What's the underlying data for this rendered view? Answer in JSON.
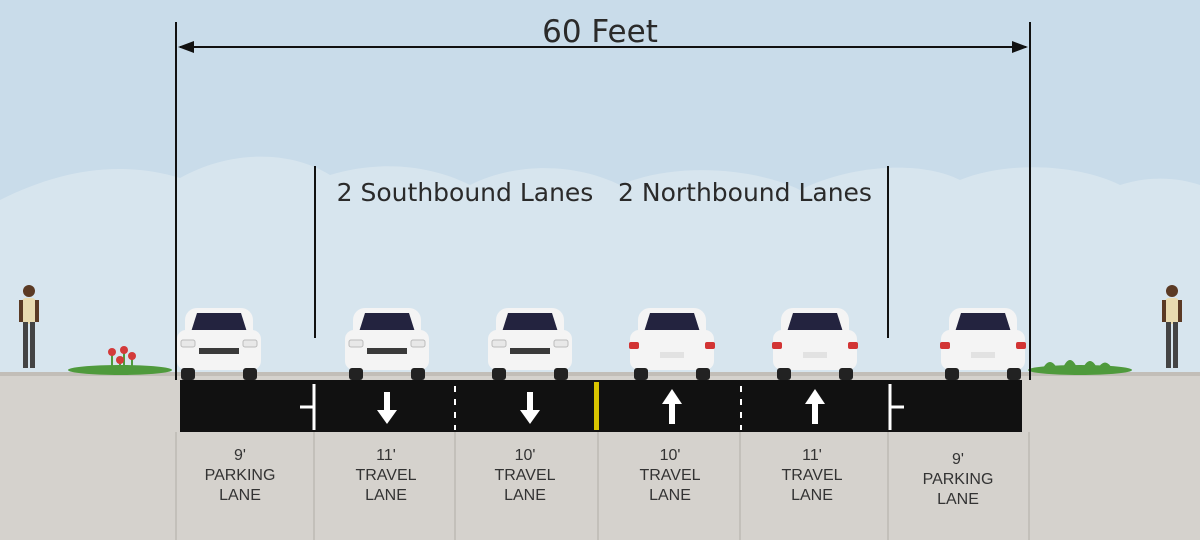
{
  "title": "60 Feet",
  "groups": {
    "southbound": "2 Southbound Lanes",
    "northbound": "2 Northbound Lanes"
  },
  "lanes": [
    {
      "width": "9'",
      "type1": "PARKING",
      "type2": "LANE",
      "direction": "none"
    },
    {
      "width": "11'",
      "type1": "TRAVEL",
      "type2": "LANE",
      "direction": "south"
    },
    {
      "width": "10'",
      "type1": "TRAVEL",
      "type2": "LANE",
      "direction": "south"
    },
    {
      "width": "10'",
      "type1": "TRAVEL",
      "type2": "LANE",
      "direction": "north"
    },
    {
      "width": "11'",
      "type1": "TRAVEL",
      "type2": "LANE",
      "direction": "north"
    },
    {
      "width": "9'",
      "type1": "PARKING",
      "type2": "LANE",
      "direction": "none"
    }
  ],
  "colors": {
    "sky": "#c9dcea",
    "cloud": "#d9e6ef",
    "sidewalk": "#d5d2cd",
    "asphalt": "#111111",
    "center_line": "#d9c400",
    "car_body": "#f4f4f4",
    "car_glass": "#23233f",
    "tail_light": "#d23434",
    "grass": "#4f9a3c",
    "flower": "#d33a3a"
  }
}
